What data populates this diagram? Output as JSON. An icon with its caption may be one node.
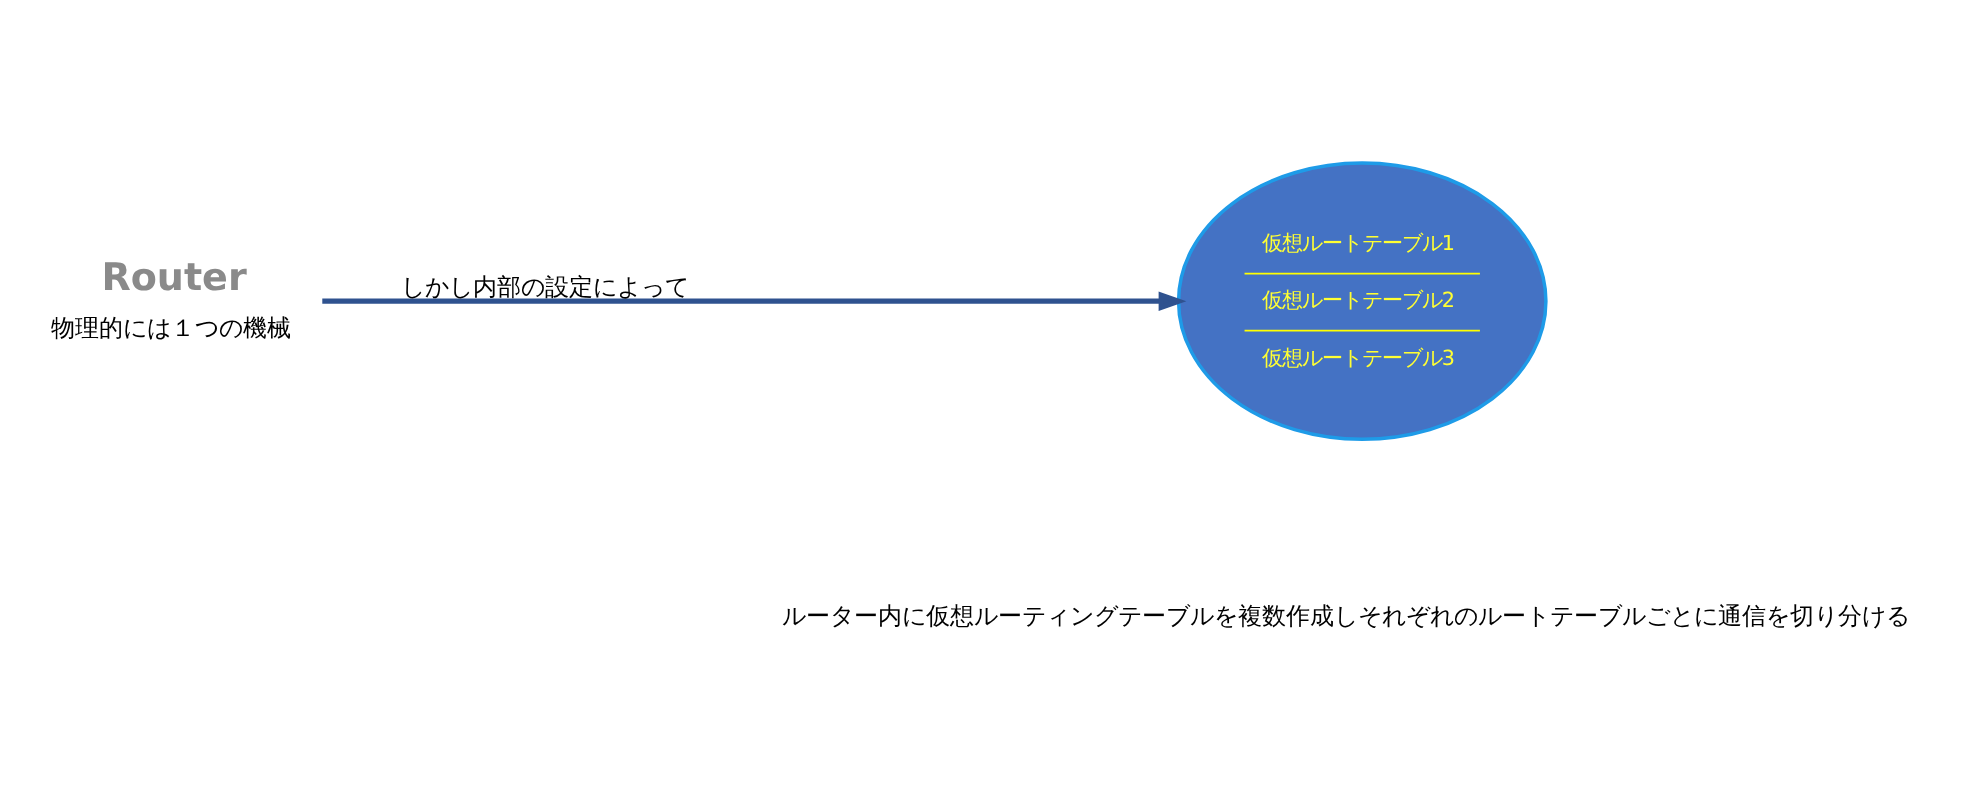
{
  "diagram": {
    "nodes": [
      {
        "text": [
          "Router"
        ],
        "beside": [
          "物理的には１つの機械"
        ]
      },
      {
        "text": [
          "仮想ルートテーブル1",
          "仮想ルートテーブル2",
          "仮想ルートテーブル3"
        ]
      }
    ],
    "edges": [
      {
        "from": 0,
        "to": 1,
        "arrow": "to",
        "label": "しかし内部の設定によって"
      }
    ],
    "labels": [
      "ルーター内に仮想ルーティングテーブルを複数作成しそれぞれのルートテーブルごとに通信を切り分ける"
    ]
  }
}
